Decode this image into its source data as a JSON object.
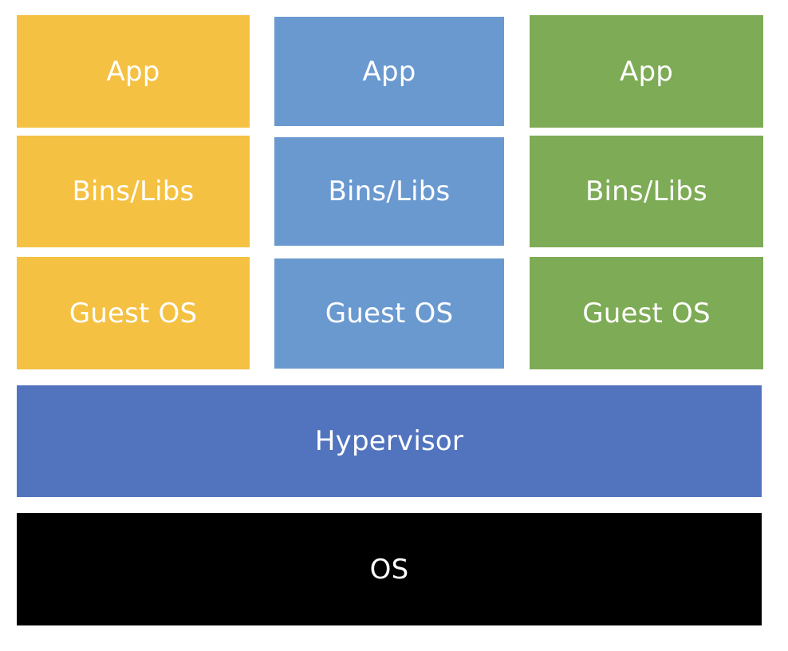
{
  "columns": [
    {
      "color": "#F4C142",
      "app": "App",
      "bins": "Bins/Libs",
      "guest_os": "Guest OS"
    },
    {
      "color": "#6A99D0",
      "app": "App",
      "bins": "Bins/Libs",
      "guest_os": "Guest OS"
    },
    {
      "color": "#7EAB55",
      "app": "App",
      "bins": "Bins/Libs",
      "guest_os": "Guest OS"
    }
  ],
  "hypervisor": {
    "label": "Hypervisor",
    "color": "#5274BE"
  },
  "host_os": {
    "label": "OS",
    "color": "#000000"
  }
}
